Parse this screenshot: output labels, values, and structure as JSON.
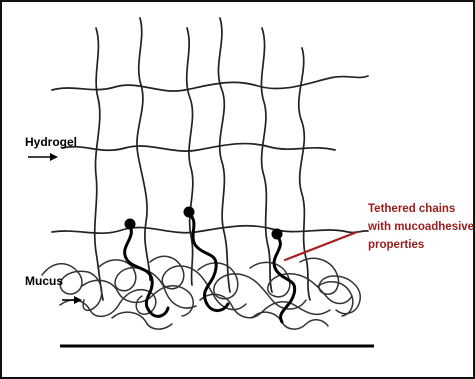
{
  "labels": {
    "hydrogel": "Hydrogel",
    "mucus": "Mucus",
    "tethered_line1": "Tethered chains",
    "tethered_line2": "with mucoadhesive",
    "tethered_line3": "properties"
  },
  "colors": {
    "network": "#222222",
    "tethered_label": "#9a1c1c",
    "pointer_line": "#a61e1e",
    "frame": "#111111"
  }
}
